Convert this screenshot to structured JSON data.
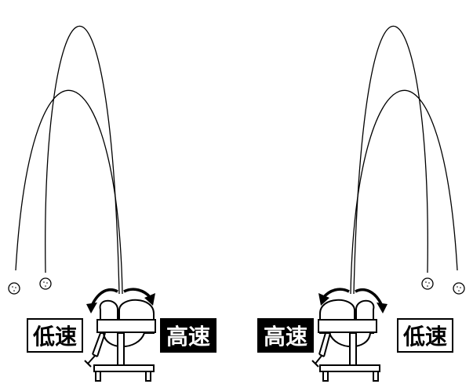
{
  "left_figure": {
    "low_speed_label": "低速",
    "high_speed_label": "高速"
  },
  "right_figure": {
    "high_speed_label": "高速",
    "low_speed_label": "低速"
  }
}
